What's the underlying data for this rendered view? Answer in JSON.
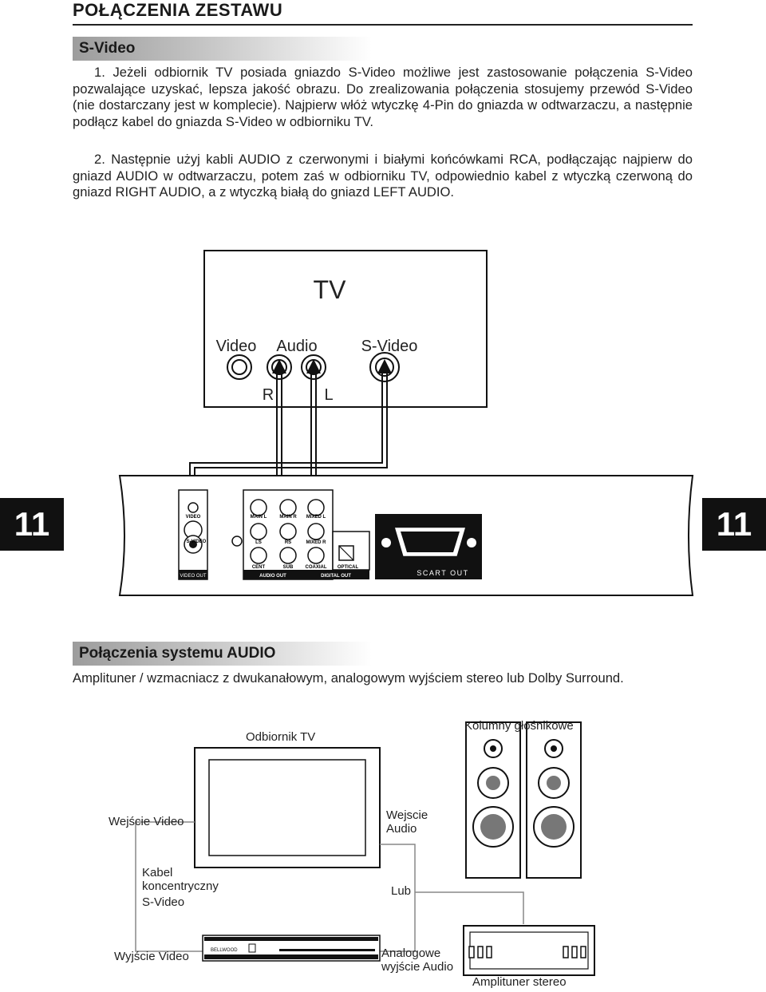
{
  "page": {
    "title": "POŁĄCZENIA ZESTAWU",
    "page_number": "11"
  },
  "svideo_section": {
    "heading": "S-Video",
    "paragraph_1": "1. Jeżeli odbiornik TV posiada gniazdo S-Video możliwe jest zastosowanie połączenia S-Video pozwalające uzyskać, lepsza jakość obrazu. Do zrealizowania połączenia stosujemy przewód S-Video (nie dostarczany jest w komplecie). Najpierw włóż wtyczkę 4-Pin do gniazda w odtwarzaczu, a następnie podłącz kabel do gniazda S-Video w odbiorniku TV.",
    "paragraph_2": "2. Następnie użyj kabli AUDIO z czerwonymi i białymi końcówkami RCA, podłączając najpierw do gniazd AUDIO w odtwarzaczu, potem zaś w odbiorniku TV, odpowiednio kabel z wtyczką czerwoną do gniazd RIGHT AUDIO, a z wtyczką białą do gniazd LEFT AUDIO."
  },
  "tv_diagram": {
    "tv_label": "TV",
    "video_label": "Video",
    "audio_label": "Audio",
    "svideo_label": "S-Video",
    "right_label": "R",
    "left_label": "L"
  },
  "rear_panel": {
    "video_jack": "VIDEO",
    "svideo_jack": "S-VIDEO",
    "video_out": "VIDEO OUT",
    "main_l": "MAIN L",
    "main_r": "MAIN R",
    "mixed_l": "MIXED L",
    "ls": "LS",
    "rs": "RS",
    "mixed_r": "MIXED R",
    "cent": "CENT",
    "sub": "SUB",
    "coaxial": "COAXIAL",
    "optical": "OPTICAL",
    "audio_out": "AUDIO OUT",
    "digital_out": "DIGITAL OUT",
    "scart_out": "SCART OUT"
  },
  "audio_section": {
    "heading": "Połączenia systemu AUDIO",
    "paragraph": "Amplituner / wzmacniacz z dwukanałowym, analogowym wyjściem stereo lub Dolby Surround."
  },
  "audio_diagram": {
    "tv_receiver": "Odbiornik TV",
    "speakers": "Kolumny głośnikowe",
    "video_input": "Wejście Video",
    "audio_input_line1": "Wejscie",
    "audio_input_line2": "Audio",
    "cable_line1": "Kabel",
    "cable_line2": "koncentryczny",
    "cable_line3": "S-Video",
    "or": "Lub",
    "video_output": "Wyjście Video",
    "analog_line1": "Analogowe",
    "analog_line2": "wyjście Audio",
    "amplifier": "Amplituner stereo",
    "player_brand": "BELLWOOD"
  }
}
